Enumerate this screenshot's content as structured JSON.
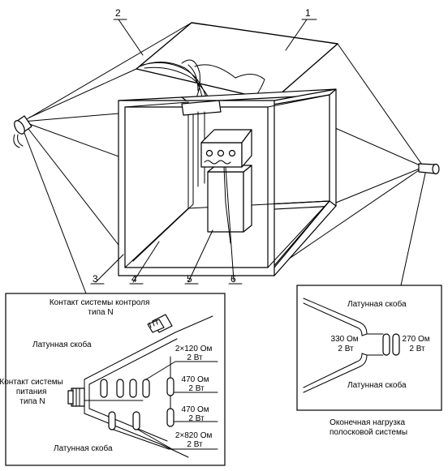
{
  "callouts": {
    "n1": "1",
    "n2": "2",
    "n3": "3",
    "n4": "4",
    "n5": "5",
    "n6": "6"
  },
  "left_inset": {
    "control_contact": [
      "Контакт системы контроля",
      "типа N"
    ],
    "power_contact": [
      "Контакт системы",
      "питания",
      "типа N"
    ],
    "brass_top": "Латунная скоба",
    "brass_bottom": "Латунная скоба",
    "r_2x120": [
      "2×120 Ом",
      "2 Вт"
    ],
    "r_470_a": [
      "470 Ом",
      "2 Вт"
    ],
    "r_470_b": [
      "470 Ом",
      "2 Вт"
    ],
    "r_2x820": [
      "2×820 Ом",
      "2 Вт"
    ]
  },
  "right_inset": {
    "brass_top": "Латунная скоба",
    "brass_bottom": "Латунная скоба",
    "r_330": [
      "330 Ом",
      "2 Вт"
    ],
    "r_270": [
      "270 Ом",
      "2 Вт"
    ],
    "caption": [
      "Оконечная нагрузка",
      "полосковой системы"
    ]
  }
}
